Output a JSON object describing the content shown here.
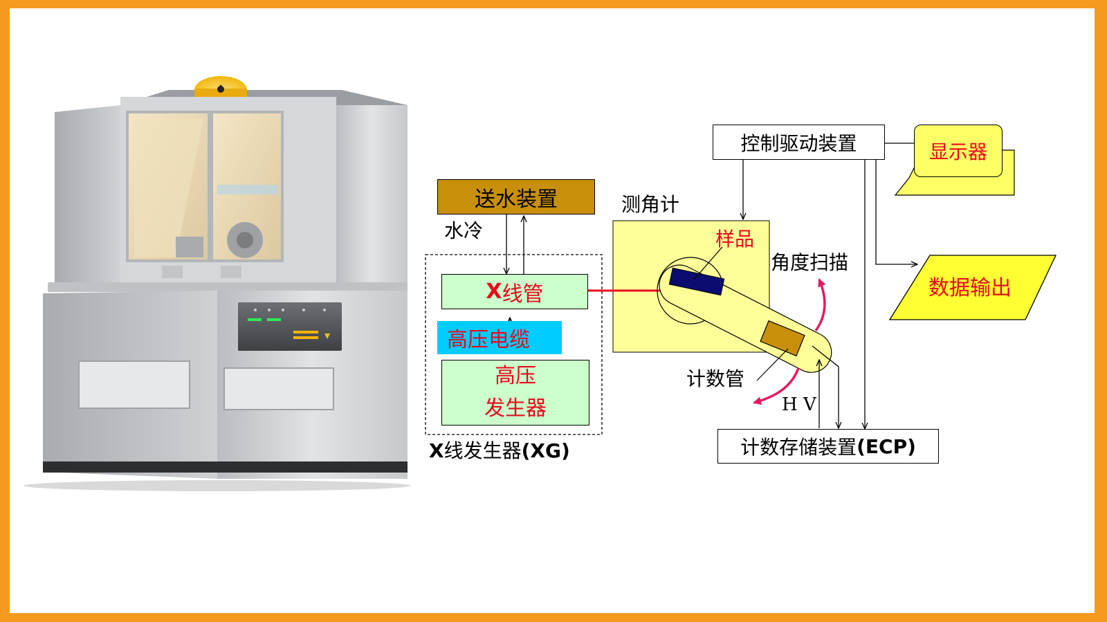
{
  "colors": {
    "slide_border": "#f59a1e",
    "accent_red": "#e8091e",
    "water_box": "#c8900a",
    "tube_box": "#ccffcc",
    "cable_box": "#00ccff",
    "generator_box": "#ccffcc",
    "goniometer_fill": "#ffff99",
    "sample": "#0c0c70",
    "counter_tube": "#c8900a",
    "display_fill": "#ffff66",
    "output_fill": "#ffff33",
    "scan_arrow": "#e8195f"
  },
  "icons": {
    "machine": "x-ray-diffractometer-instrument",
    "warning": "radiation-warning-icon"
  },
  "diagram": {
    "water_supply": "送水装置",
    "water_cooling": "水冷",
    "xray_tube": {
      "prefix": "X",
      "suffix": "线管"
    },
    "hv_cable": "高压电缆",
    "hv_generator": {
      "line1": "高压",
      "line2": "发生器"
    },
    "xg_caption": {
      "prefix": "X",
      "middle": "线发生器",
      "suffix": "(XG)"
    },
    "goniometer": "测角计",
    "sample": "样品",
    "angle_scan": "角度扫描",
    "counter_tube": "计数管",
    "hv": "H V",
    "control_drive": "控制驱动装置",
    "display": "显示器",
    "data_output": "数据输出",
    "ecp": {
      "prefix": "计数存储装置",
      "suffix": "(ECP)"
    }
  }
}
